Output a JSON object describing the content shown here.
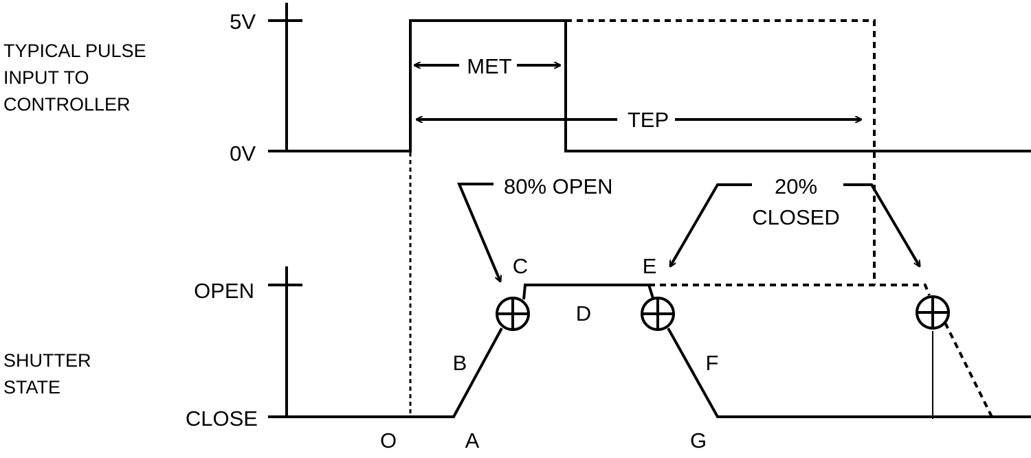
{
  "pulse_axis": {
    "caption_lines": [
      "TYPICAL PULSE",
      "INPUT TO",
      "CONTROLLER"
    ],
    "high_label": "5V",
    "low_label": "0V"
  },
  "shutter_axis": {
    "caption_lines": [
      "SHUTTER",
      "STATE"
    ],
    "open_label": "OPEN",
    "close_label": "CLOSE"
  },
  "intervals": {
    "met": "MET",
    "tep": "TEP"
  },
  "annotations": {
    "open_threshold": "80% OPEN",
    "closed_threshold_lines": [
      "20%",
      "CLOSED"
    ]
  },
  "points": {
    "o": "O",
    "a": "A",
    "b": "B",
    "c": "C",
    "d": "D",
    "e": "E",
    "f": "F",
    "g": "G"
  }
}
